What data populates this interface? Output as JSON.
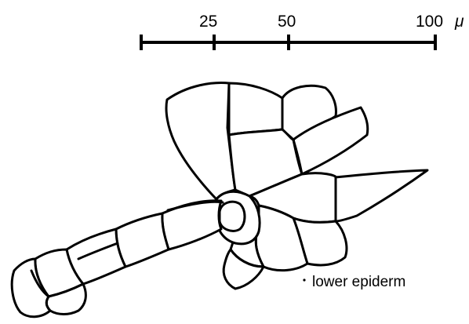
{
  "scale_bar": {
    "ticks": [
      {
        "value": 25,
        "label": "25"
      },
      {
        "value": 50,
        "label": "50"
      },
      {
        "value": 100,
        "label": "100"
      }
    ],
    "unit": "μ"
  },
  "annotation": {
    "text": "lower epiderm"
  },
  "colors": {
    "ink": "#000000",
    "background": "#ffffff"
  }
}
